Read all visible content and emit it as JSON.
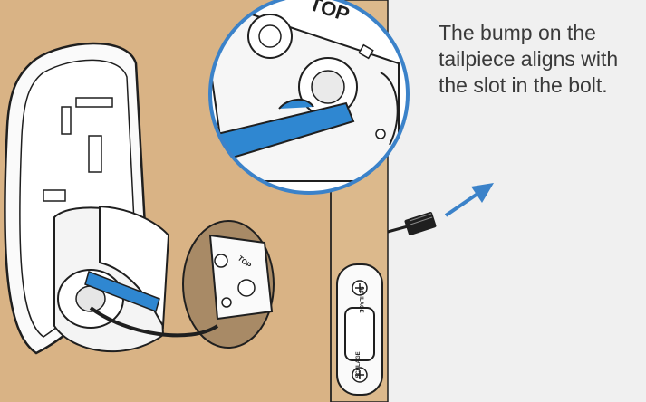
{
  "caption": "The bump on the tailpiece aligns with the slot in the bolt.",
  "labels": {
    "top_zoom": "TOP",
    "top_plate": "TOP",
    "brand": "SCHLAGE"
  },
  "colors": {
    "door_wood": "#d9b385",
    "door_edge": "#c9a06e",
    "background": "#f0f0f0",
    "tailpiece_blue": "#2f87d1",
    "callout_ring": "#3b82c9",
    "arrow_blue": "#3b82c9",
    "outline": "#1f1f1f",
    "text": "#3a3a3a"
  },
  "icons": [
    "arrow-icon",
    "screw-icon",
    "connector-icon"
  ]
}
